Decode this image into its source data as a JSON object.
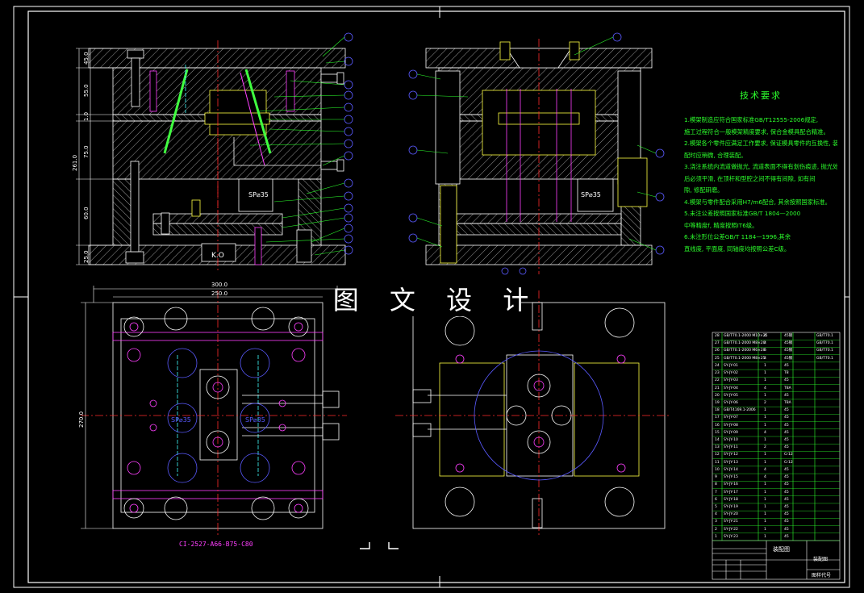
{
  "drawing": {
    "watermark": "图 文 设 计",
    "mold_code": "CI-2527-A66-B75-C80",
    "colors": {
      "background": "#000000",
      "outline": "#ffffff",
      "hatch": "#c8c8c8",
      "centerline": "#ff2b2b",
      "leader": "#2cff2c",
      "balloon": "#5a5aff",
      "accent_magenta": "#ff3fff",
      "accent_yellow": "#ffff40",
      "accent_cyan": "#40ffff"
    }
  },
  "tech_requirements": {
    "title": "技术要求",
    "lines": [
      "1.模架制造应符合国家标准GB/T12555-2006规定,",
      "施工过程符合一般模架精度要求, 保合金模具配合精准。",
      "2.模架各个零件应满足工作要求, 保证模具零件的互换性, 装",
      "配时应稍微, 合理装配。",
      "3.浇注系统内流道做抛光, 流道表面不得有划伤痕迹, 抛光处理",
      "后必须平滑, 在顶杆和型腔之间不得有间隙, 如有间",
      "隙, 修配研磨。",
      "4.模架与零件配合采用H7/m6配合, 其余按照国家标准。",
      "5.未注公差按照国家标准GB/T 1804—2000",
      "中等精度f, 精度按照IT6级。",
      "6.未注形位公差GB/T 1184—1996,其余",
      "直线度, 平面度, 同轴度均按照公差C级。"
    ]
  },
  "labels": {
    "sp_top_left": "SP⌀35",
    "sp_top_right": "SP⌀35",
    "ko": "K.O",
    "sp_plan_1": "SP⌀35",
    "sp_plan_2": "SP⌀35"
  },
  "dimensions": {
    "vertical_left": [
      "45.0",
      "55.0",
      "1.0",
      "75.0",
      "60.0",
      "25.0"
    ],
    "vertical_total": "261.0",
    "plan_width_outer": "300.0",
    "plan_width_inner": "250.0",
    "plan_height": "270.0"
  },
  "bom": {
    "rows": [
      {
        "no": "28",
        "code": "GB/T70.1-2000 M10×25",
        "qty": "4",
        "mat": "45钢",
        "note": "GB/T70.1"
      },
      {
        "no": "27",
        "code": "GB/T70.1-2000 M8×20",
        "qty": "4",
        "mat": "45钢",
        "note": "GB/T70.1"
      },
      {
        "no": "26",
        "code": "GB/T70.1-2000 M6×20",
        "qty": "6",
        "mat": "45钢",
        "note": "GB/T70.1"
      },
      {
        "no": "25",
        "code": "GB/T70.1-2000 M8×25",
        "qty": "4",
        "mat": "45钢",
        "note": "GB/T70.1"
      },
      {
        "no": "24",
        "code": "SY-JY-01",
        "qty": "1",
        "mat": "45",
        "note": ""
      },
      {
        "no": "23",
        "code": "SY-JY-02",
        "qty": "1",
        "mat": "T8",
        "note": ""
      },
      {
        "no": "22",
        "code": "SY-JY-03",
        "qty": "1",
        "mat": "45",
        "note": ""
      },
      {
        "no": "21",
        "code": "SY-JY-04",
        "qty": "4",
        "mat": "T8A",
        "note": ""
      },
      {
        "no": "20",
        "code": "SY-JY-05",
        "qty": "1",
        "mat": "45",
        "note": ""
      },
      {
        "no": "19",
        "code": "SY-JY-06",
        "qty": "2",
        "mat": "T8A",
        "note": ""
      },
      {
        "no": "18",
        "code": "GB/T4169.1-2006",
        "qty": "1",
        "mat": "45",
        "note": ""
      },
      {
        "no": "17",
        "code": "SY-JY-07",
        "qty": "1",
        "mat": "45",
        "note": ""
      },
      {
        "no": "16",
        "code": "SY-JY-08",
        "qty": "1",
        "mat": "45",
        "note": ""
      },
      {
        "no": "15",
        "code": "SY-JY-09",
        "qty": "4",
        "mat": "45",
        "note": ""
      },
      {
        "no": "14",
        "code": "SY-JY-10",
        "qty": "1",
        "mat": "45",
        "note": ""
      },
      {
        "no": "13",
        "code": "SY-JY-11",
        "qty": "2",
        "mat": "45",
        "note": ""
      },
      {
        "no": "12",
        "code": "SY-JY-12",
        "qty": "1",
        "mat": "Cr12",
        "note": ""
      },
      {
        "no": "11",
        "code": "SY-JY-13",
        "qty": "1",
        "mat": "Cr12",
        "note": ""
      },
      {
        "no": "10",
        "code": "SY-JY-14",
        "qty": "4",
        "mat": "45",
        "note": ""
      },
      {
        "no": "9",
        "code": "SY-JY-15",
        "qty": "4",
        "mat": "45",
        "note": ""
      },
      {
        "no": "8",
        "code": "SY-JY-16",
        "qty": "1",
        "mat": "45",
        "note": ""
      },
      {
        "no": "7",
        "code": "SY-JY-17",
        "qty": "1",
        "mat": "45",
        "note": ""
      },
      {
        "no": "6",
        "code": "SY-JY-18",
        "qty": "1",
        "mat": "45",
        "note": ""
      },
      {
        "no": "5",
        "code": "SY-JY-19",
        "qty": "1",
        "mat": "45",
        "note": ""
      },
      {
        "no": "4",
        "code": "SY-JY-20",
        "qty": "1",
        "mat": "45",
        "note": ""
      },
      {
        "no": "3",
        "code": "SY-JY-21",
        "qty": "1",
        "mat": "45",
        "note": ""
      },
      {
        "no": "2",
        "code": "SY-JY-22",
        "qty": "1",
        "mat": "45",
        "note": ""
      },
      {
        "no": "1",
        "code": "SY-JY-23",
        "qty": "1",
        "mat": "45",
        "note": ""
      }
    ],
    "title_block": {
      "drawing_name": "装配图",
      "school": "装配图",
      "drawing_no": "图样代号"
    }
  }
}
